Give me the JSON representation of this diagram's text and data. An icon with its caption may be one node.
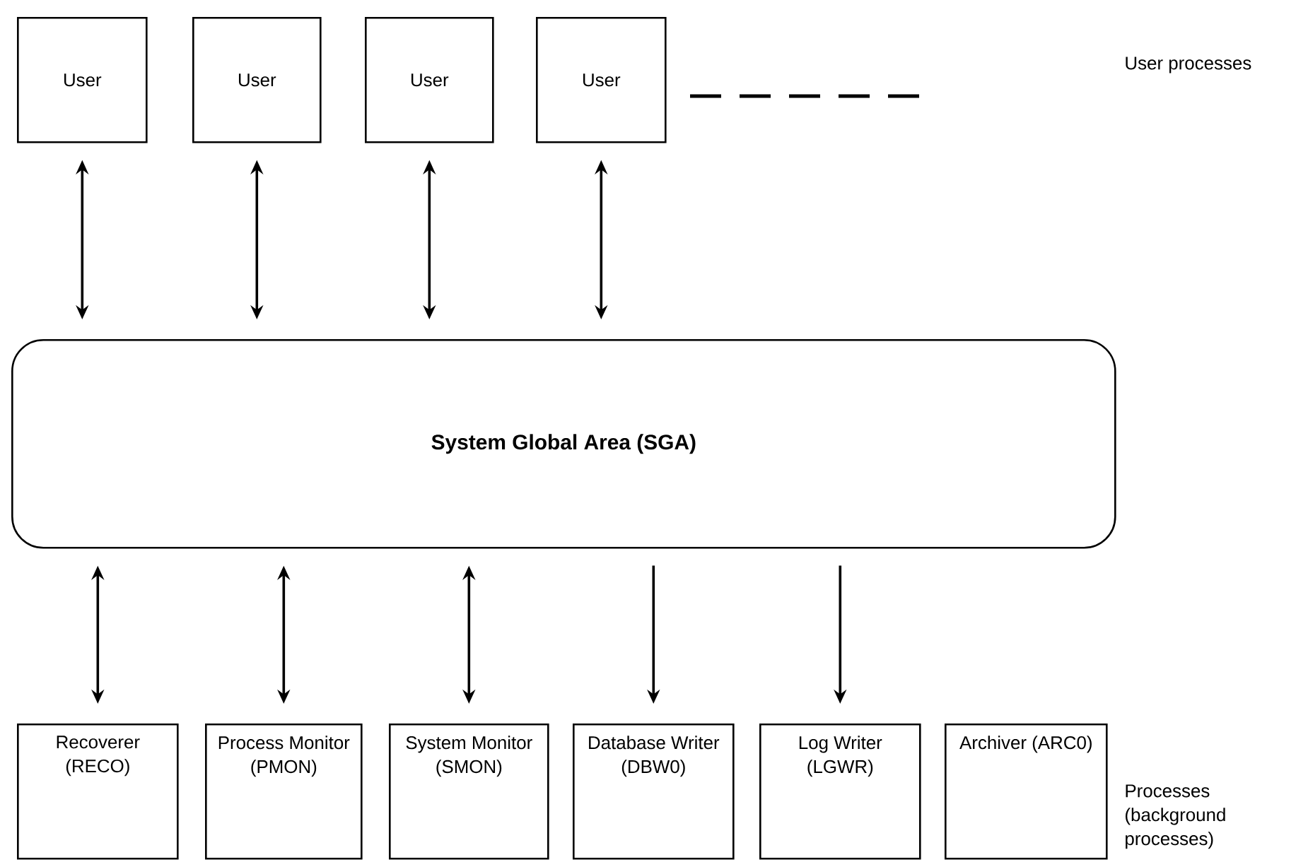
{
  "diagram": {
    "nodes": [
      {
        "text": [
          "User"
        ]
      },
      {
        "text": [
          "User"
        ]
      },
      {
        "text": [
          "User"
        ]
      },
      {
        "text": [
          "User"
        ]
      },
      {
        "text": [
          "System Global Area (SGA)"
        ]
      },
      {
        "text": [
          "Recoverer (RECO)"
        ]
      },
      {
        "text": [
          "Process Monitor (PMON)"
        ]
      },
      {
        "text": [
          "System Monitor (SMON)"
        ]
      },
      {
        "text": [
          "Database Writer (DBW0)"
        ]
      },
      {
        "text": [
          "Log Writer (LGWR)"
        ]
      },
      {
        "text": [
          "Archiver (ARC0)"
        ]
      }
    ],
    "edges": [
      {
        "from": 0,
        "to": 4,
        "arrow": "both"
      },
      {
        "from": 1,
        "to": 4,
        "arrow": "both"
      },
      {
        "from": 2,
        "to": 4,
        "arrow": "both"
      },
      {
        "from": 3,
        "to": 4,
        "arrow": "both"
      },
      {
        "from": 4,
        "to": 5,
        "arrow": "both"
      },
      {
        "from": 4,
        "to": 6,
        "arrow": "both"
      },
      {
        "from": 4,
        "to": 7,
        "arrow": "both"
      },
      {
        "from": 4,
        "to": 8,
        "arrow": "to"
      },
      {
        "from": 4,
        "to": 9,
        "arrow": "to"
      }
    ],
    "labels": [
      "User processes",
      "Processes (background processes)"
    ]
  }
}
